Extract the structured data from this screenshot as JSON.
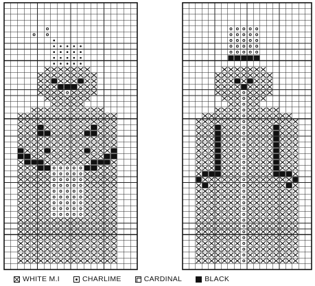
{
  "legend": {
    "white": {
      "label": "WHITE M.I",
      "icon": "cross-stitch-icon",
      "color": "#ffffff"
    },
    "charlime": {
      "label": "CHARLIME",
      "icon": "dot-square-icon",
      "color": "#d9e65c"
    },
    "cardinal": {
      "label": "CARDINAL",
      "icon": "open-square-icon",
      "color": "#b3122e"
    },
    "black": {
      "label": "BLACK",
      "icon": "filled-square-icon",
      "color": "#111111"
    }
  },
  "charts": [
    {
      "name": "left-chart",
      "columns": 20,
      "rows": 46,
      "rows_pattern": [
        "....................",
        "....................",
        "....................",
        "....................",
        "......o.............",
        "....o.o.............",
        ".......d............",
        ".......ddddd........",
        ".......ddddd........",
        ".......ddddd........",
        ".......ddddd........",
        "......xxxxxxx.......",
        ".....xxxxxxxxx......",
        ".....xxBxxxBxx......",
        ".....xxxBBBxxx......",
        ".....xxxxoxxxx......",
        "......xxxxxxx.......",
        ".......xxxxx........",
        "....xxxxxxxxxxx.....",
        "..xxxxxxxxxxxxxxx...",
        "..xxxxxxxxxxxxxxx...",
        "..xxxBxxxxxxxBxxx...",
        "..xxxBBxxxxxBBxxx...",
        "..xxxxxxxxxxxxxxx...",
        "..xxxxxxxxxxxxxxx...",
        "..BxxxBxxxxxBxxxB...",
        "..BBxxxxxxxxxxxBB...",
        "..xBBBxxxxxxxBBBx...",
        "..xxxBBoooooBBxxx...",
        "..xxxxxoooooxxxxx...",
        "..xxxxxoooooxxxxx...",
        "..xxxxxoooooxxxxx...",
        "..xxxxxoooooxxxxx...",
        "..xxxxxoooooxxxxx...",
        "..xxxxxoooooxxxxx...",
        "..xxxxxoooooxxxxx...",
        "..xxxxxoooooxxxxx...",
        "..xxxxxxxxxxxxxxx...",
        "..xxxxxxxxxxxxxxx...",
        "..xxxxxxxxxxxxxxx...",
        "..xxxxxxxxxxxxxxx...",
        "..xxxxxxxxxxxxxxx...",
        "..xxxxxxxxxxxxxxx...",
        "..xxxxxxxxxxxxxxx...",
        "..xxxxxxxxxxxxxxx...",
        "...................."
      ]
    },
    {
      "name": "right-chart",
      "columns": 20,
      "rows": 46,
      "rows_pattern": [
        "....................",
        "....................",
        "....................",
        "....................",
        ".......ooooo........",
        ".......ooooo........",
        ".......ooooo........",
        ".......ooooo........",
        ".......ooooo........",
        ".......BBBBB........",
        "....................",
        "......xxxxxxx.......",
        ".....xxxxxxxxx......",
        ".....xxxBxBxxx......",
        ".....xxxxBxxxx......",
        ".....xxxxoxxxx......",
        "......xxxoxxx.......",
        ".......xxoxx........",
        ".....xxxxoxxxxx.....",
        "...xxxxxxoxxxxxxx...",
        "..xxxxxxxoxxxxxxxx..",
        "..xxxBxxxoxxxxBxxx..",
        "..xxxBxxxoxxxxBxxx..",
        "..xxxBxxxoxxxxBxxx..",
        "..xxxBxxxoxxxxBxxx..",
        "..xxxBxxxoxxxxBxxx..",
        "..xxxBxxxoxxxxBxxx..",
        "..xxxBxxxoxxxxBxxx..",
        "..xxxBxxxoxxxxBxxx..",
        "..xBBBxxxoxxxxBBBx..",
        "..BxxxxxxoxxxxxxxB..",
        "..xBxxxxxoxxxxxxBx..",
        "..xxxxxxxoxxxxxxxx..",
        "..xxxxxxxoxxxxxxxx..",
        "..xxxxxxxoxxxxxxxx..",
        "..xxxxxxxoxxxxxxxx..",
        "..xxxxxxxoxxxxxxxx..",
        "..xxxxxxxoxxxxxxxx..",
        "..xxxxxxxoxxxxxxxx..",
        "..xxxxxxxoxxxxxxxx..",
        "..xxxxxxxoxxxxxxxx..",
        "..xxxxxxxoxxxxxxxx..",
        "..xxxxxxxoxxxxxxxx..",
        "..xxxxxxxoxxxxxxxx..",
        "..xxxxxxxoxxxxxxxx..",
        "...................."
      ]
    }
  ]
}
